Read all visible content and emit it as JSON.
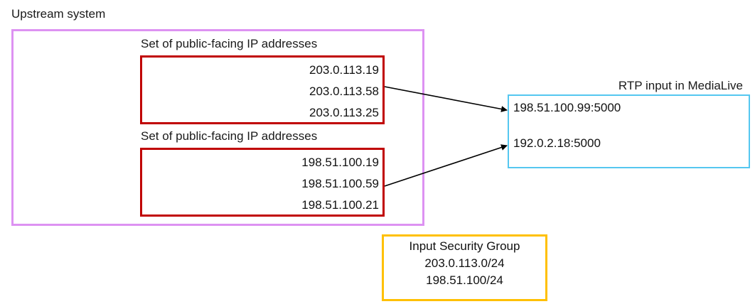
{
  "diagram": {
    "upstream": {
      "label": "Upstream system",
      "ip_sets": [
        {
          "label": "Set of public-facing IP addresses",
          "addresses": [
            "203.0.113.19",
            "203.0.113.58",
            "203.0.113.25"
          ]
        },
        {
          "label": "Set of public-facing IP addresses",
          "addresses": [
            "198.51.100.19",
            "198.51.100.59",
            "198.51.100.21"
          ]
        }
      ]
    },
    "medialive": {
      "label": "RTP input in MediaLive",
      "endpoints": [
        "198.51.100.99:5000",
        "192.0.2.18:5000"
      ]
    },
    "security_group": {
      "title": "Input Security Group",
      "cidrs": [
        "203.0.113.0/24",
        "198.51.100/24"
      ]
    },
    "colors": {
      "upstream_border": "#dd92f2",
      "ipset_border": "#c00000",
      "medialive_border": "#55c7f0",
      "security_group_border": "#ffc000",
      "arrow": "#000000",
      "text": "#1a1a1a"
    }
  }
}
